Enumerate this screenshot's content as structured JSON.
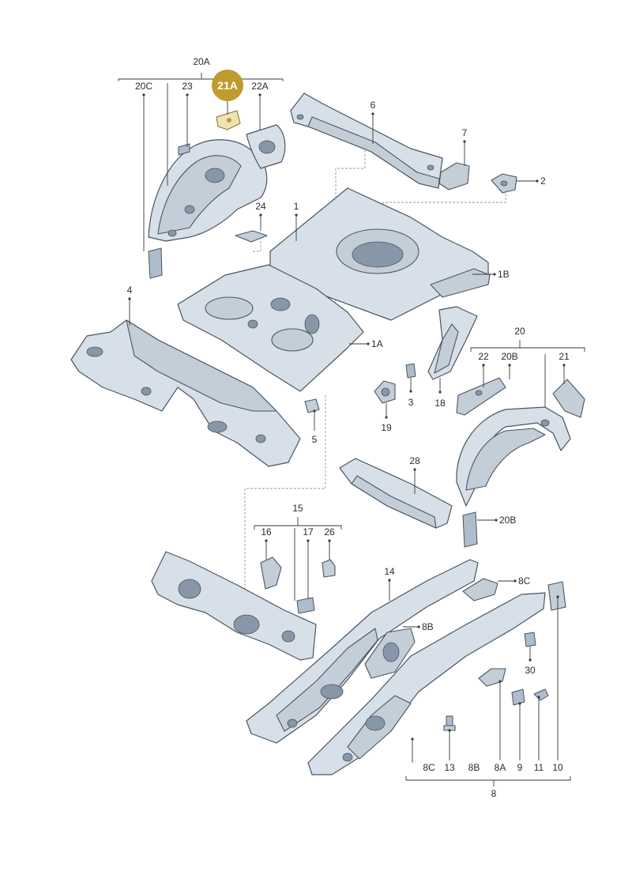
{
  "highlight_color": "#c19a2e",
  "highlighted_part": "21A",
  "labels": {
    "l20A": "20A",
    "l20C": "20C",
    "l23": "23",
    "l21A": "21A",
    "l22A": "22A",
    "l6": "6",
    "l7": "7",
    "l2": "2",
    "l24": "24",
    "l1": "1",
    "l1B": "1B",
    "l4": "4",
    "l1A": "1A",
    "l20": "20",
    "l22": "22",
    "l20B": "20B",
    "l21": "21",
    "l3": "3",
    "l18": "18",
    "l19": "19",
    "l5": "5",
    "l28": "28",
    "l20B2": "20B",
    "l15": "15",
    "l16": "16",
    "l17": "17",
    "l26": "26",
    "l14": "14",
    "l8C": "8C",
    "l8B": "8B",
    "l30": "30",
    "b8C": "8C",
    "b13": "13",
    "b8B": "8B",
    "b8A": "8A",
    "b9": "9",
    "b11": "11",
    "b10": "10",
    "l8": "8"
  }
}
